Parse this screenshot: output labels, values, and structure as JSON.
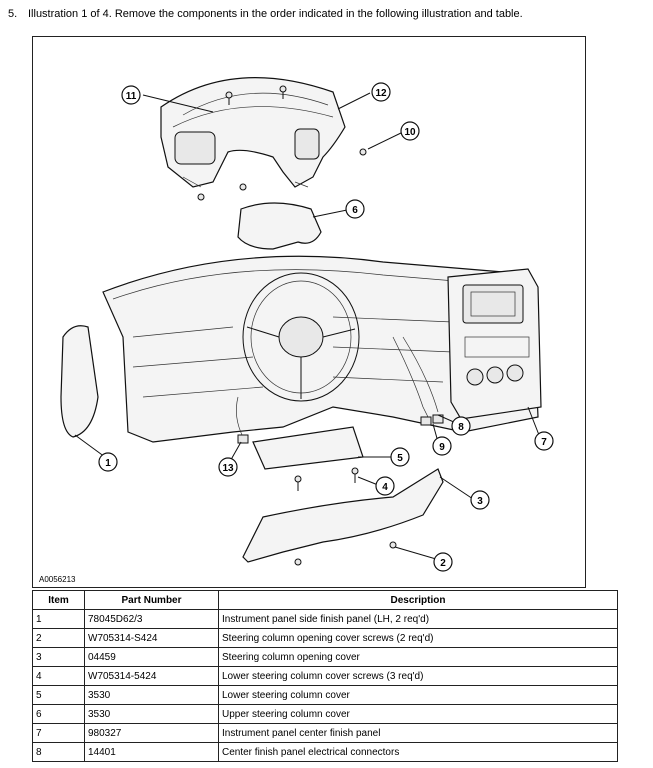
{
  "instruction": {
    "step_number": "5.",
    "text": "Illustration 1 of 4. Remove the components in the order indicated in the following illustration and table."
  },
  "figure": {
    "figure_id": "A0056213",
    "callouts": [
      "1",
      "2",
      "3",
      "4",
      "5",
      "6",
      "7",
      "8",
      "9",
      "10",
      "11",
      "12",
      "13"
    ]
  },
  "parts_table": {
    "headers": [
      "Item",
      "Part Number",
      "Description"
    ],
    "rows": [
      {
        "item": "1",
        "part_number": "78045D62/3",
        "description": "Instrument panel side finish panel (LH, 2 req'd)"
      },
      {
        "item": "2",
        "part_number": "W705314-S424",
        "description": "Steering column opening cover screws (2 req'd)"
      },
      {
        "item": "3",
        "part_number": "04459",
        "description": "Steering column opening cover"
      },
      {
        "item": "4",
        "part_number": "W705314-5424",
        "description": "Lower steering column cover screws (3 req'd)"
      },
      {
        "item": "5",
        "part_number": "3530",
        "description": "Lower steering column cover"
      },
      {
        "item": "6",
        "part_number": "3530",
        "description": "Upper steering column cover"
      },
      {
        "item": "7",
        "part_number": "980327",
        "description": "Instrument panel center finish panel"
      },
      {
        "item": "8",
        "part_number": "14401",
        "description": "Center finish panel electrical connectors"
      }
    ]
  }
}
